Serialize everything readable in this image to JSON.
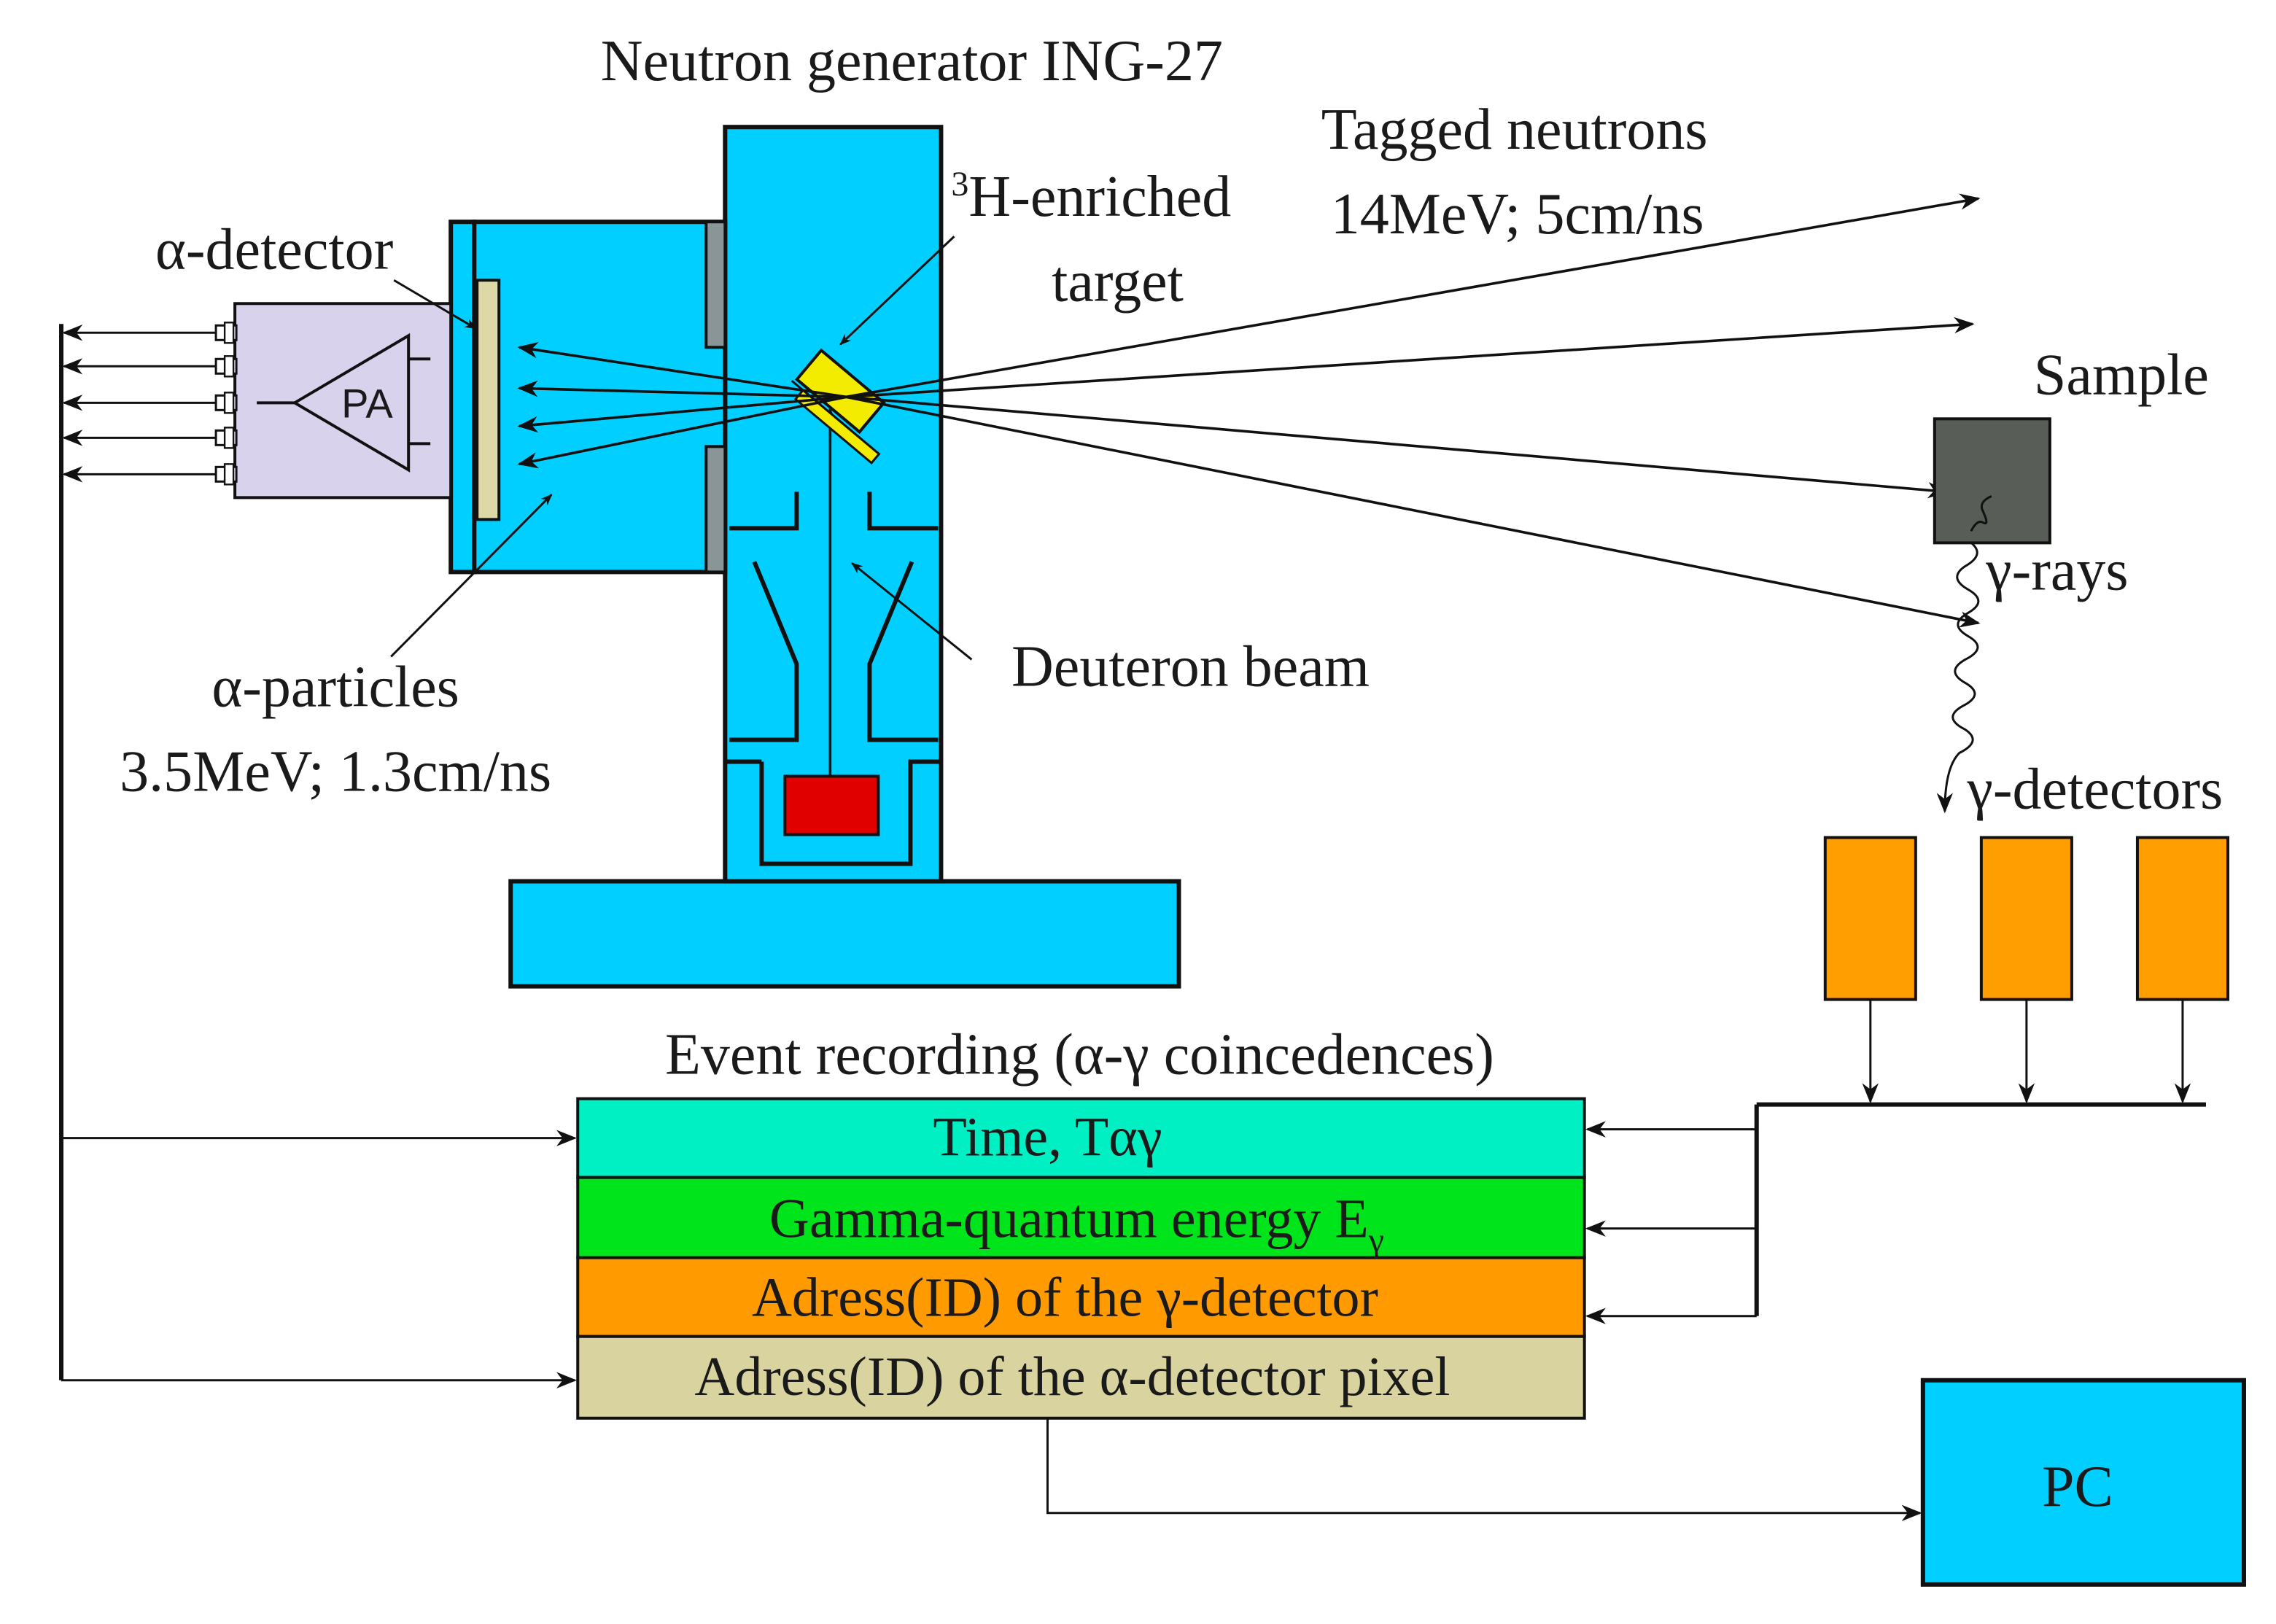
{
  "labels": {
    "generator_title": "Neutron generator ING-27",
    "tagged_neutrons_line1": "Tagged neutrons",
    "tagged_neutrons_line2": "14MeV; 5cm/ns",
    "target_sup": "3",
    "target_line1": "H-enriched",
    "target_line2": "target",
    "alpha_detector": "α-detector",
    "preamp": "PA",
    "sample": "Sample",
    "gamma_rays": "γ-rays",
    "alpha_particles_line1": "α-particles",
    "alpha_particles_line2": "3.5MeV; 1.3cm/ns",
    "deuteron_beam": "Deuteron beam",
    "gamma_detectors": "γ-detectors",
    "event_recording": "Event recording (α-γ coincedences)",
    "pc": "PC"
  },
  "event_fields": {
    "time": "Time, Tαγ",
    "energy": "Gamma-quantum energy E",
    "energy_sub": "γ",
    "gamma_address": "Adress(ID) of the γ-detector",
    "alpha_address": "Adress(ID) of the α-detector pixel"
  },
  "colors": {
    "generator": "#00cfff",
    "target": "#f4ec00",
    "ion_source": "#e00000",
    "gamma_detector": "#ff9e00",
    "preamp_box": "#d9d2ec",
    "alpha_detector": "#ddd8a6",
    "sample": "#585d58",
    "shield": "#8a9598",
    "row_time": "#00f0c4",
    "row_energy": "#00e41c",
    "row_gamma_id": "#ff9a00",
    "row_alpha_id": "#d9d3a0",
    "pc": "#00cfff"
  }
}
